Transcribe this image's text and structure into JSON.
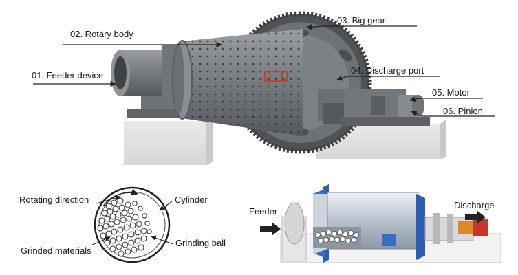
{
  "labels": {
    "feeder_device": "01. Feeder device",
    "rotary_body": "02. Rotary body",
    "big_gear": "03. Big gear",
    "discharge_port": "04. Discharge port",
    "motor": "05. Motor",
    "pinion": "06. Pinion"
  },
  "cross_section": {
    "rotating_direction": "Rotating direction",
    "cylinder": "Cylinder",
    "grinded_materials": "Grinded materials",
    "grinding_ball": "Grinding ball"
  },
  "flow": {
    "feeder": "Feeder",
    "discharge": "Discharge"
  },
  "colors": {
    "body": "#7d8287",
    "body_dark": "#5b6065",
    "base": "#dfdfdf",
    "blue": "#2f5db0",
    "red": "#c0392b"
  }
}
